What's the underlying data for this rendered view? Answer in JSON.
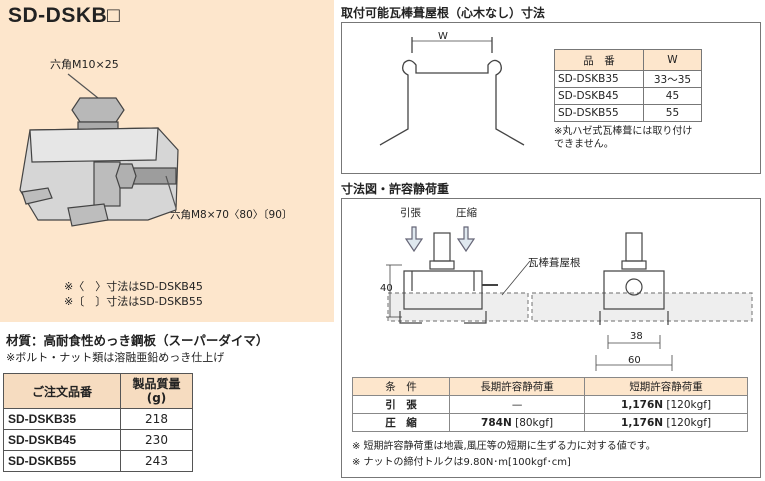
{
  "product": {
    "title": "SD-DSKB□",
    "label_hex_top": "六角M10×25",
    "label_hex_side": "六角M8×70〈80〉〔90〕",
    "note_1": "※〈　〉寸法はSD-DSKB45",
    "note_2": "※〔　〕寸法はSD-DSKB55"
  },
  "material": {
    "line": "材質：高耐食性めっき鋼板（スーパーダイマ）",
    "note": "※ボルト・ナット類は溶融亜鉛めっき仕上げ"
  },
  "order_table": {
    "header_code": "ご注文品番",
    "header_mass": "製品質量",
    "header_unit": "(g)",
    "rows": [
      {
        "code": "SD-DSKB35",
        "mass": "218"
      },
      {
        "code": "SD-DSKB45",
        "mass": "230"
      },
      {
        "code": "SD-DSKB55",
        "mass": "243"
      }
    ]
  },
  "roof_dims": {
    "title": "取付可能瓦棒葺屋根（心木なし）寸法",
    "w_label": "W",
    "header_code": "品　番",
    "header_w": "W",
    "rows": [
      {
        "code": "SD-DSKB35",
        "w": "33～35"
      },
      {
        "code": "SD-DSKB45",
        "w": "45"
      },
      {
        "code": "SD-DSKB55",
        "w": "55"
      }
    ],
    "note": "※丸ハゼ式瓦棒葺には取り付けできません。"
  },
  "load_section": {
    "title": "寸法図・許容静荷重",
    "label_tension": "引張",
    "label_compression": "圧縮",
    "label_roof": "瓦棒葺屋根",
    "dim_40": "40",
    "dim_38": "38",
    "dim_60": "60",
    "table": {
      "header_condition": "条　件",
      "header_long": "長期許容静荷重",
      "header_short": "短期許容静荷重",
      "rows": [
        {
          "condition": "引　張",
          "long": "—",
          "short_bold": "1,176N",
          "short_kgf": "[120kgf]"
        },
        {
          "condition": "圧　縮",
          "long": "784N",
          "long_kgf": "[80kgf]",
          "short_bold": "1,176N",
          "short_kgf": "[120kgf]"
        }
      ]
    },
    "note_1": "※ 短期許容静荷重は地震,風圧等の短期に生ずる力に対する値です。",
    "note_2": "※ ナットの締付トルクは9.80N･m[100kgf･cm]"
  }
}
